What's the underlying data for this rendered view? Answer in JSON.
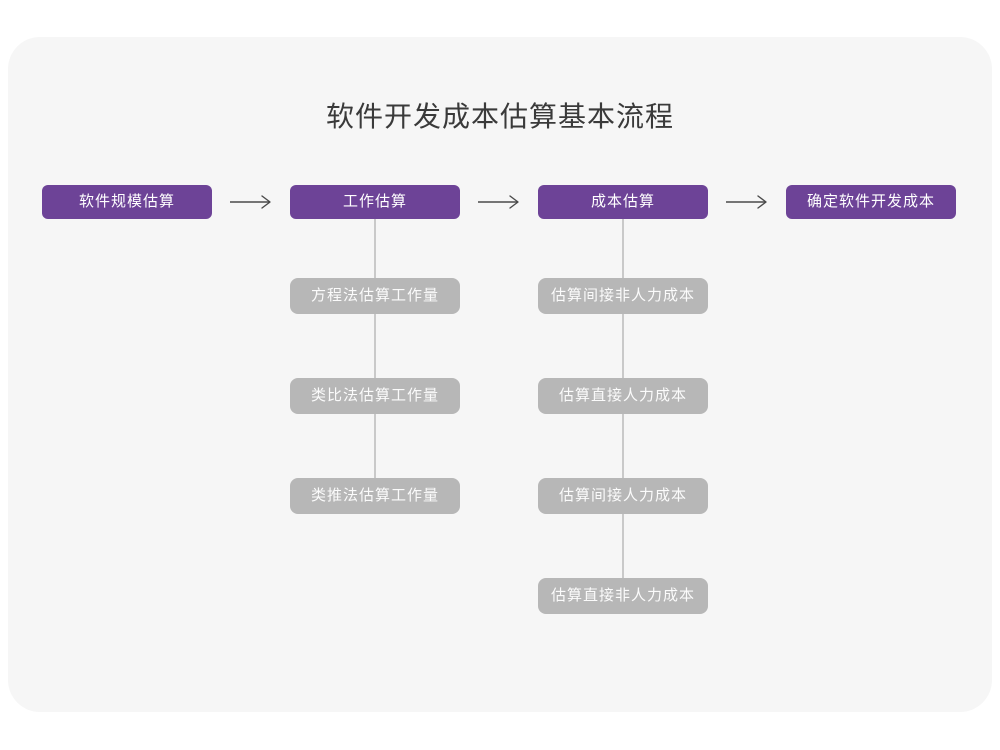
{
  "title": "软件开发成本估算基本流程",
  "colors": {
    "page_background": "#ffffff",
    "card_background": "#f6f6f6",
    "stage_box": "#6d4397",
    "substep_box": "#b7b7b7",
    "box_text": "#ffffff",
    "arrow": "#4a4a4a",
    "connector_line": "#c9c9c9",
    "title_text": "#3a3a3a"
  },
  "stages": [
    {
      "label": "软件规模估算",
      "substeps": []
    },
    {
      "label": "工作估算",
      "substeps": [
        "方程法估算工作量",
        "类比法估算工作量",
        "类推法估算工作量"
      ]
    },
    {
      "label": "成本估算",
      "substeps": [
        "估算间接非人力成本",
        "估算直接人力成本",
        "估算间接人力成本",
        "估算直接非人力成本"
      ]
    },
    {
      "label": "确定软件开发成本",
      "substeps": []
    }
  ],
  "arrow_glyph": "→"
}
